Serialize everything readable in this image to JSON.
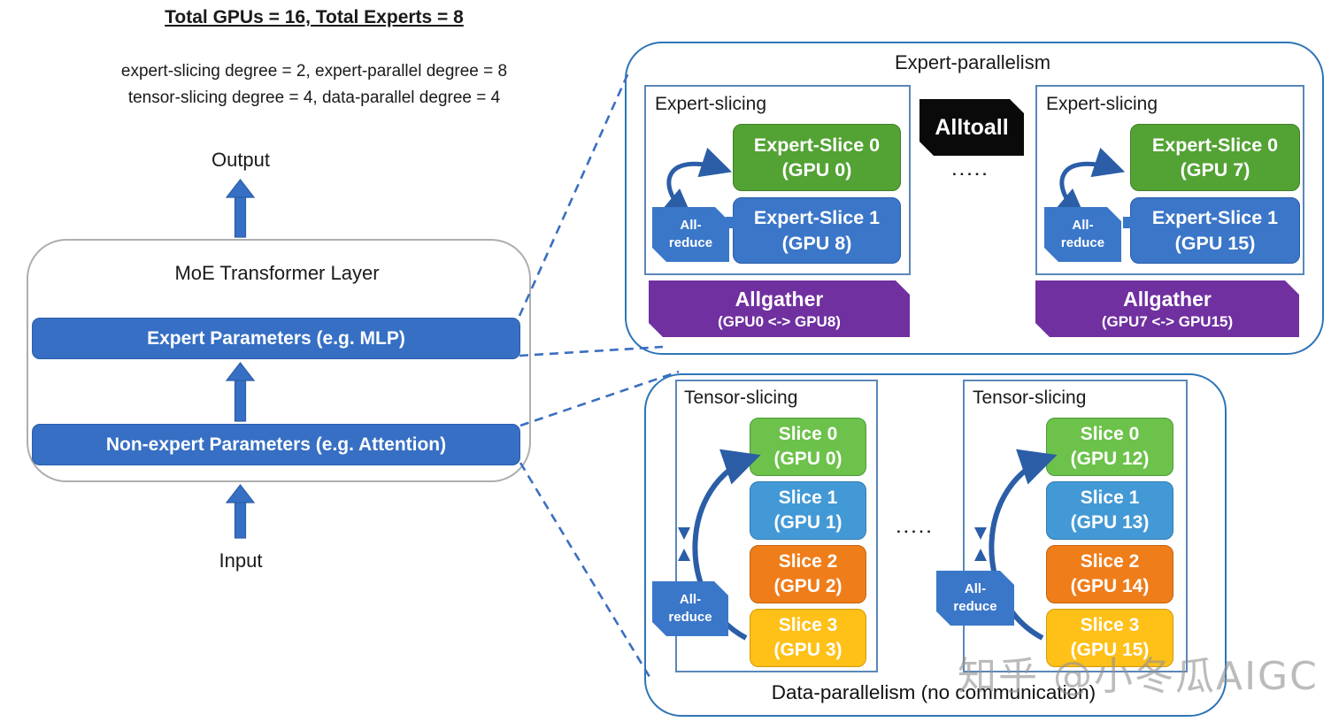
{
  "header": {
    "title": "Total GPUs = 16, Total Experts = 8",
    "subtitle_line1": "expert-slicing degree = 2, expert-parallel degree = 8",
    "subtitle_line2": "tensor-slicing degree = 4, data-parallel degree = 4"
  },
  "moe": {
    "output_label": "Output",
    "input_label": "Input",
    "box_title": "MoE Transformer Layer",
    "expert_bar_label": "Expert Parameters (e.g. MLP)",
    "nonexpert_bar_label": "Non-expert Parameters (e.g. Attention)"
  },
  "expert_parallelism": {
    "title": "Expert-parallelism",
    "alltoall_label": "Alltoall",
    "dots": "▪▪▪▪▪",
    "groups": [
      {
        "label": "Expert-slicing",
        "slices": [
          {
            "name": "Expert-Slice 0",
            "gpu": "(GPU 0)"
          },
          {
            "name": "Expert-Slice 1",
            "gpu": "(GPU 8)"
          }
        ],
        "allreduce": {
          "line1": "All-",
          "line2": "reduce"
        },
        "allgather": {
          "label": "Allgather",
          "detail": "(GPU0 <-> GPU8)"
        }
      },
      {
        "label": "Expert-slicing",
        "slices": [
          {
            "name": "Expert-Slice 0",
            "gpu": "(GPU 7)"
          },
          {
            "name": "Expert-Slice 1",
            "gpu": "(GPU 15)"
          }
        ],
        "allreduce": {
          "line1": "All-",
          "line2": "reduce"
        },
        "allgather": {
          "label": "Allgather",
          "detail": "(GPU7 <-> GPU15)"
        }
      }
    ]
  },
  "data_parallelism": {
    "caption": "Data-parallelism (no communication)",
    "dots": "▪▪▪▪▪",
    "groups": [
      {
        "label": "Tensor-slicing",
        "slices": [
          {
            "name": "Slice 0",
            "gpu": "(GPU 0)"
          },
          {
            "name": "Slice 1",
            "gpu": "(GPU 1)"
          },
          {
            "name": "Slice 2",
            "gpu": "(GPU 2)"
          },
          {
            "name": "Slice 3",
            "gpu": "(GPU 3)"
          }
        ],
        "allreduce": {
          "line1": "All-",
          "line2": "reduce"
        }
      },
      {
        "label": "Tensor-slicing",
        "slices": [
          {
            "name": "Slice 0",
            "gpu": "(GPU 12)"
          },
          {
            "name": "Slice 1",
            "gpu": "(GPU 13)"
          },
          {
            "name": "Slice 2",
            "gpu": "(GPU 14)"
          },
          {
            "name": "Slice 3",
            "gpu": "(GPU 15)"
          }
        ],
        "allreduce": {
          "line1": "All-",
          "line2": "reduce"
        }
      }
    ]
  },
  "watermark": "知乎 @小冬瓜AIGC",
  "colors": {
    "bar_blue": "#366FC4",
    "expert_slice_green": "#53A234",
    "tensor_slice_green": "#6CC24A",
    "expert_slice_blue": "#3B76C8",
    "tensor_slice_blue": "#4399D5",
    "slice_orange": "#EF7D1A",
    "slice_yellow": "#FFC018",
    "allgather_purple": "#7030A0",
    "alltoall_black": "#0a0a0a",
    "panel_border_blue": "#2E75B6",
    "connector_blue": "#3A6FC0"
  }
}
